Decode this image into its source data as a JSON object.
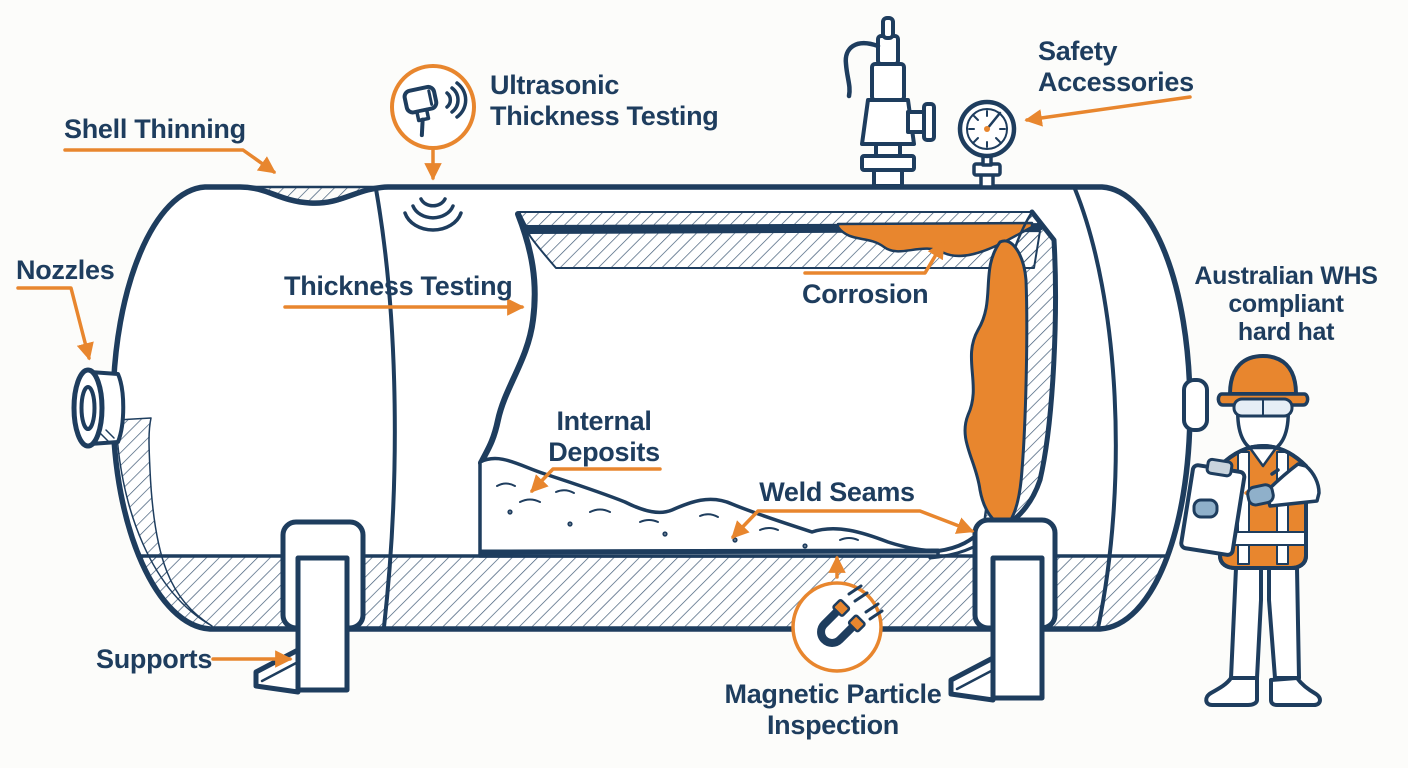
{
  "theme": {
    "navy": "#1e3d5e",
    "orange": "#e8862e",
    "glove_blue": "#8fb0ca",
    "goggle_tint": "#e6eef6",
    "clip_grey": "#c9d4dd",
    "bg": "#fcfcfa"
  },
  "labels": {
    "shell_thinning": {
      "text": "Shell Thinning"
    },
    "ultrasonic": {
      "lines": [
        "Ultrasonic",
        "Thickness Testing"
      ]
    },
    "safety_accessories": {
      "lines": [
        "Safety",
        "Accessories"
      ]
    },
    "nozzles": {
      "text": "Nozzles"
    },
    "thickness_testing": {
      "text": "Thickness Testing"
    },
    "corrosion": {
      "text": "Corrosion"
    },
    "internal_deposits": {
      "lines": [
        "Internal",
        "Deposits"
      ]
    },
    "weld_seams": {
      "text": "Weld Seams"
    },
    "supports": {
      "text": "Supports"
    },
    "magnetic_particle": {
      "lines": [
        "Magnetic Particle",
        "Inspection"
      ]
    },
    "hard_hat": {
      "lines": [
        "Australian WHS",
        "compliant",
        "hard hat"
      ]
    }
  },
  "icons": {
    "ultrasonic_probe": "ultrasonic-probe-icon",
    "relief_valve": "pressure-relief-valve-icon",
    "pressure_gauge": "pressure-gauge-icon",
    "magnet": "horseshoe-magnet-icon",
    "hard_hat": "hard-hat-icon",
    "clipboard": "clipboard-icon"
  }
}
